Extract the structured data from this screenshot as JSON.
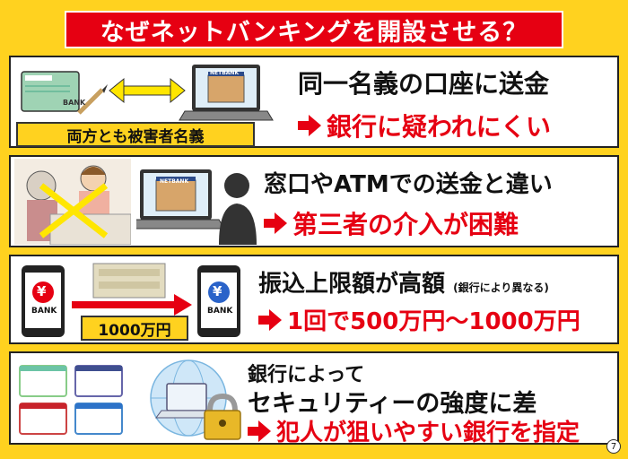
{
  "title": "なぜネットバンキングを開設させる？",
  "panels": [
    {
      "heading": "同一名義の口座に送金",
      "result": "銀行に疑われにくい",
      "caption": "両方とも被害者名義",
      "passbook_label": "BANK",
      "laptop_label": "NETBANK"
    },
    {
      "heading": "窓口やATMでの送金と違い",
      "result": "第三者の介入が困難",
      "laptop_label": "NETBANK"
    },
    {
      "heading": "振込上限額が高額",
      "note": "(銀行により異なる)",
      "result": "1回で500万円〜1000万円",
      "amount_caption": "1000万円",
      "phone_label": "BANK",
      "yen_symbol": "¥"
    },
    {
      "heading_line1": "銀行によって",
      "heading_line2": "セキュリティーの強度に差",
      "result": "犯人が狙いやすい銀行を指定"
    }
  ],
  "page_number": "7",
  "colors": {
    "background": "#ffd21f",
    "accent_red": "#e60012",
    "panel": "#ffffff"
  }
}
